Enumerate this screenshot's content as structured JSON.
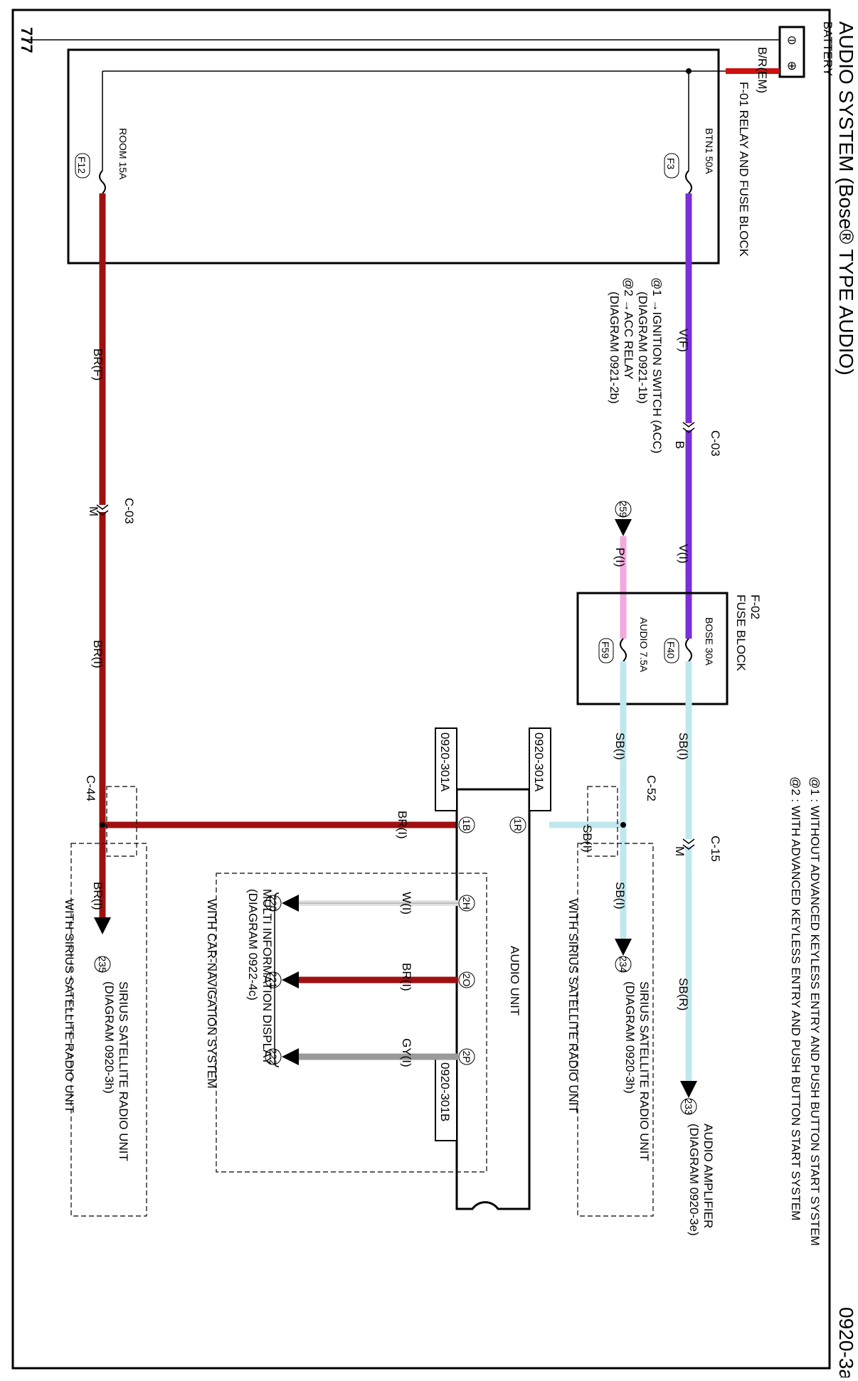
{
  "title": "AUDIO SYSTEM (Bose® TYPE AUDIO)",
  "page_code": "0920-3a",
  "ground_symbol": "777",
  "notes": {
    "note1": "@1 : WITHOUT ADVANCED KEYLESS ENTRY AND PUSH BUTTON START SYSTEM",
    "note2": "@2 : WITH ADVANCED KEYLESS ENTRY AND PUSH BUTTON START SYSTEM"
  },
  "battery": {
    "label": "BATTERY",
    "neg": "⊖",
    "pos": "⊕",
    "wire": "B/R(EM)"
  },
  "relay_fuse_block": {
    "label": "F-01  RELAY AND FUSE BLOCK",
    "fuse1_name": "BTN1 50A",
    "fuse1_id": "F3",
    "fuse2_name": "ROOM 15A",
    "fuse2_id": "F12"
  },
  "fuse_block_f02": {
    "code": "F-02",
    "label": "FUSE BLOCK",
    "fuse1_name": "BOSE 30A",
    "fuse1_id": "F40",
    "fuse2_name": "AUDIO 7.5A",
    "fuse2_id": "F59"
  },
  "ignition_refs": {
    "line1": "@1 →IGNITION SWITCH (ACC)",
    "line2": "(DIAGRAM  0921-1b)",
    "line3": "@2 →ACC RELAY",
    "line4": "(DIAGRAM 0921-2b)"
  },
  "wires": {
    "v_f": "V(F)",
    "v_i": "V(I)",
    "p_i": "P(I)",
    "sb_i_1": "SB(I)",
    "sb_i_2": "SB(I)",
    "sb_i_3": "SB(I)",
    "sb_i_4": "SB(I)",
    "sb_r": "SB(R)",
    "br_f": "BR(F)",
    "br_i_1": "BR(I)",
    "br_i_2": "BR(I)",
    "br_i_3": "BR(I)",
    "br_i_4": "BR(I)",
    "w_i": "W(I)",
    "gy_i": "GY(I)"
  },
  "connectors": {
    "c03_a": "C-03",
    "c03_a_pin": "B",
    "c03_b": "C-03",
    "c03_b_pin": "M",
    "c15": "C-15",
    "c15_pin": "M",
    "c52": "C-52",
    "c44": "C-44"
  },
  "audio_unit": {
    "label": "AUDIO UNIT",
    "conn_301a_1": "0920-301A",
    "conn_301a_2": "0920-301A",
    "conn_301b": "0920-301B",
    "pin_1r": "1R",
    "pin_1b": "1B",
    "pin_2h": "2H",
    "pin_2o": "2O",
    "pin_2p": "2P"
  },
  "destinations": {
    "d259": "259",
    "d233": "233",
    "amp_line1": "AUDIO AMPLIFIER",
    "amp_line2": "(DIAGRAM 0920-3e)",
    "d234": "234",
    "sirius1_line1": "SIRIUS SATELLITE RADIO UNIT",
    "sirius1_line2": "(DIAGRAM 0920-3h)",
    "d235": "235",
    "sirius2_line1": "SIRIUS SATELLITE RADIO UNIT",
    "sirius2_line2": "(DIAGRAM 0920-3h)",
    "d220": "220",
    "d221": "221",
    "d222": "222",
    "mid_line1": "MULTI INFORMATION DISPLAY",
    "mid_line2": "(DIAGRAM 0922-4c)"
  },
  "options": {
    "with_sirius_1": "WITH SIRIUS SATELLITE RADIO UNIT",
    "with_sirius_2": "WITH SIRIUS SATELLITE RADIO UNIT",
    "with_nav": "WITH CAR-NAVIGATION SYSTEM"
  },
  "colors": {
    "violet": "#7b2fd9",
    "brown_red": "#a01010",
    "light_blue": "#bfe8ee",
    "pink": "#f2a9df",
    "gray": "#9a9a9a",
    "white_wire": "#e2e2e2",
    "battery_red": "#d01010"
  }
}
